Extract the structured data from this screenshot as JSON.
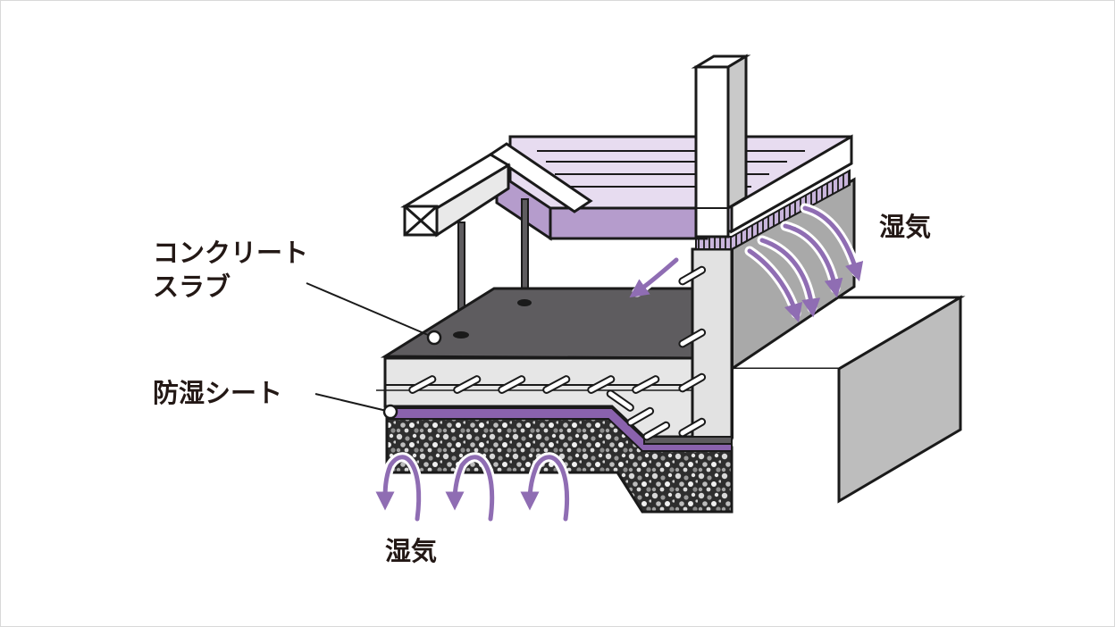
{
  "diagram": {
    "labels": {
      "concrete_slab_line1": "コンクリート",
      "concrete_slab_line2": "スラブ",
      "moisture_sheet": "防湿シート",
      "moisture_right": "湿気",
      "moisture_bottom": "湿気"
    },
    "colors": {
      "outline": "#1a1a1a",
      "slab_top": "#5e5c5f",
      "slab_side": "#e6e6e6",
      "lavender_light": "#e7dcf0",
      "lavender": "#b59ccc",
      "purple_sheet": "#8a62ad",
      "arrow_purple": "#8f6db3",
      "wall_gray": "#bdbdbd",
      "wall_dark": "#a9a9a9",
      "gravel_dark": "#3a3a3a"
    },
    "icons": [
      "moisture-arrow-icon",
      "rebar-icon",
      "gravel-pattern"
    ]
  }
}
